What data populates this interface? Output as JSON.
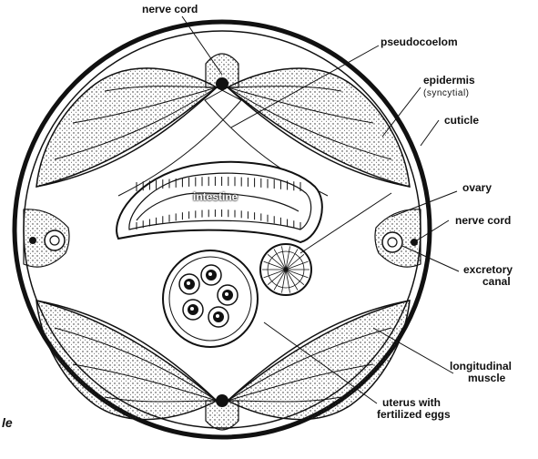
{
  "labels": {
    "nerve_cord_top": "nerve cord",
    "pseudocoelom": "pseudocoelom",
    "epidermis": "epidermis",
    "syncytial": "(syncytial)",
    "cuticle": "cuticle",
    "ovary": "ovary",
    "nerve_cord_right": "nerve cord",
    "excretory_canal_line1": "excretory",
    "excretory_canal_line2": "canal",
    "longitudinal_muscle_line1": "longitudinal",
    "longitudinal_muscle_line2": "muscle",
    "uterus_line1": "uterus with",
    "uterus_line2": "fertilized eggs",
    "intestine": "intestine",
    "cut_off_text": "le"
  },
  "colors": {
    "ink": "#111111",
    "background": "#ffffff"
  }
}
